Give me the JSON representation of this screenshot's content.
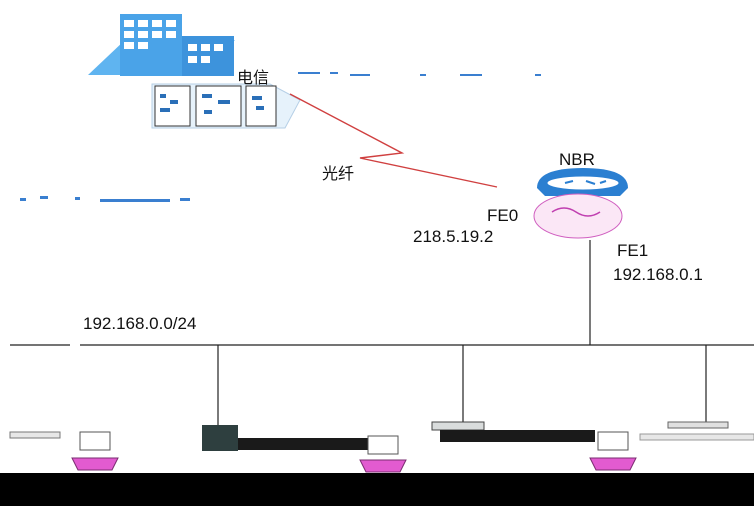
{
  "isp": {
    "label": "电信"
  },
  "link": {
    "label": "光纤"
  },
  "router": {
    "name": "NBR"
  },
  "interfaces": {
    "fe0": {
      "name": "FE0",
      "ip": "218.5.19.2"
    },
    "fe1": {
      "name": "FE1",
      "ip": "192.168.0.1"
    }
  },
  "lan": {
    "subnet": "192.168.0.0/24"
  },
  "colors": {
    "building": "#4aa3e8",
    "fiber": "#d04040",
    "router": "#2b7fd1",
    "line": "#222222"
  },
  "icons": [
    "building-icon",
    "router-icon",
    "switch-icon",
    "computer-icon"
  ]
}
